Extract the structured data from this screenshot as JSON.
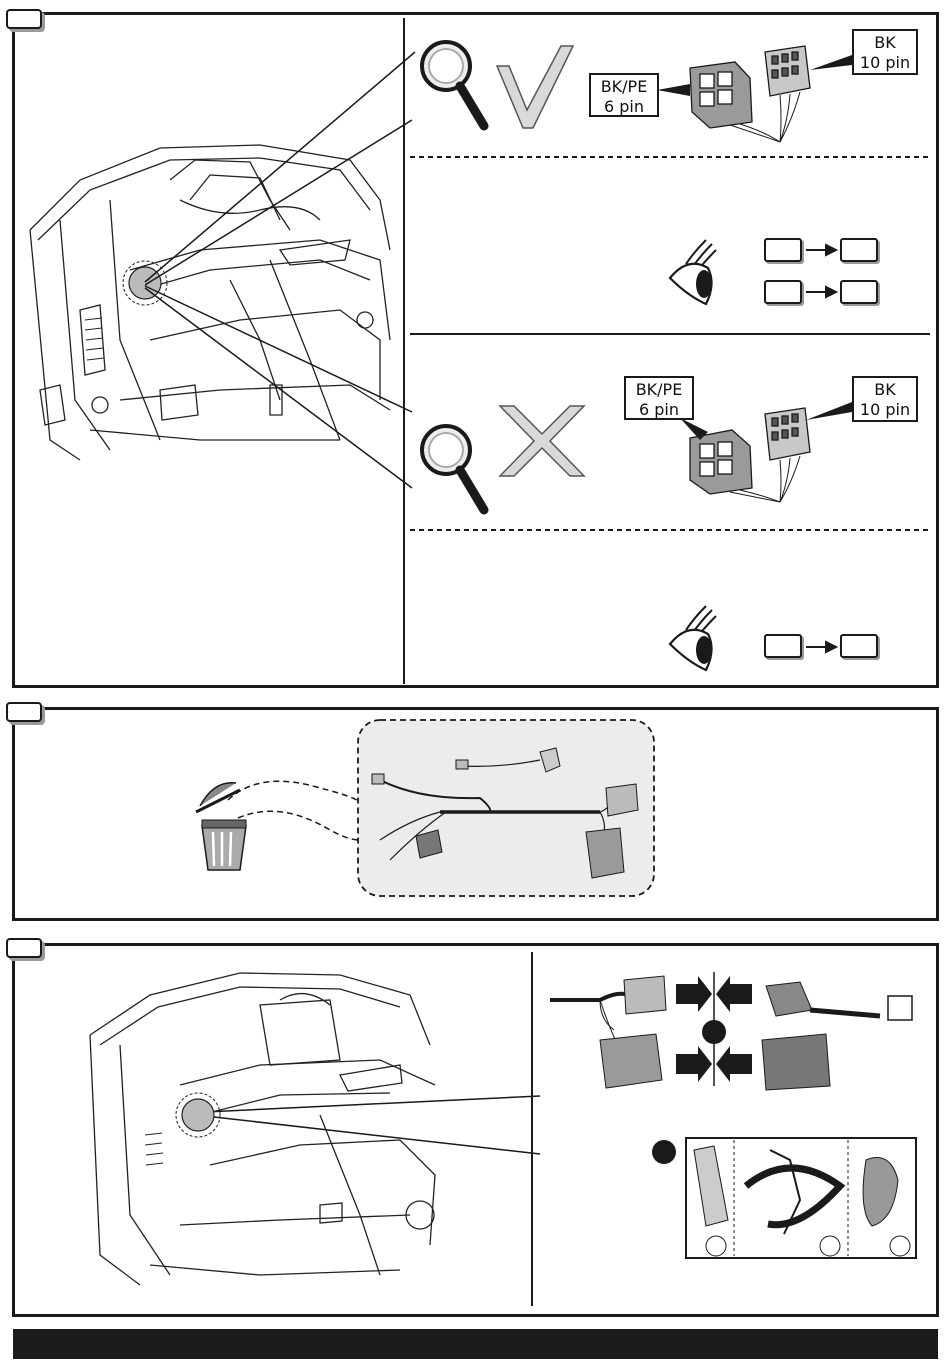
{
  "step1": {
    "good_connector": {
      "color_6pin": "BK/PE",
      "pins_6pin": "6 pin",
      "color_10pin": "BK",
      "pins_10pin": "10 pin"
    },
    "bad_connector": {
      "color_6pin": "BK/PE",
      "pins_6pin": "6 pin",
      "color_10pin": "BK",
      "pins_10pin": "10 pin"
    }
  },
  "colors": {
    "frame": "#1a1a1a",
    "shade": "#9a9a9a",
    "kit_panel": "#ececec",
    "bar": "#1b1b1b"
  }
}
